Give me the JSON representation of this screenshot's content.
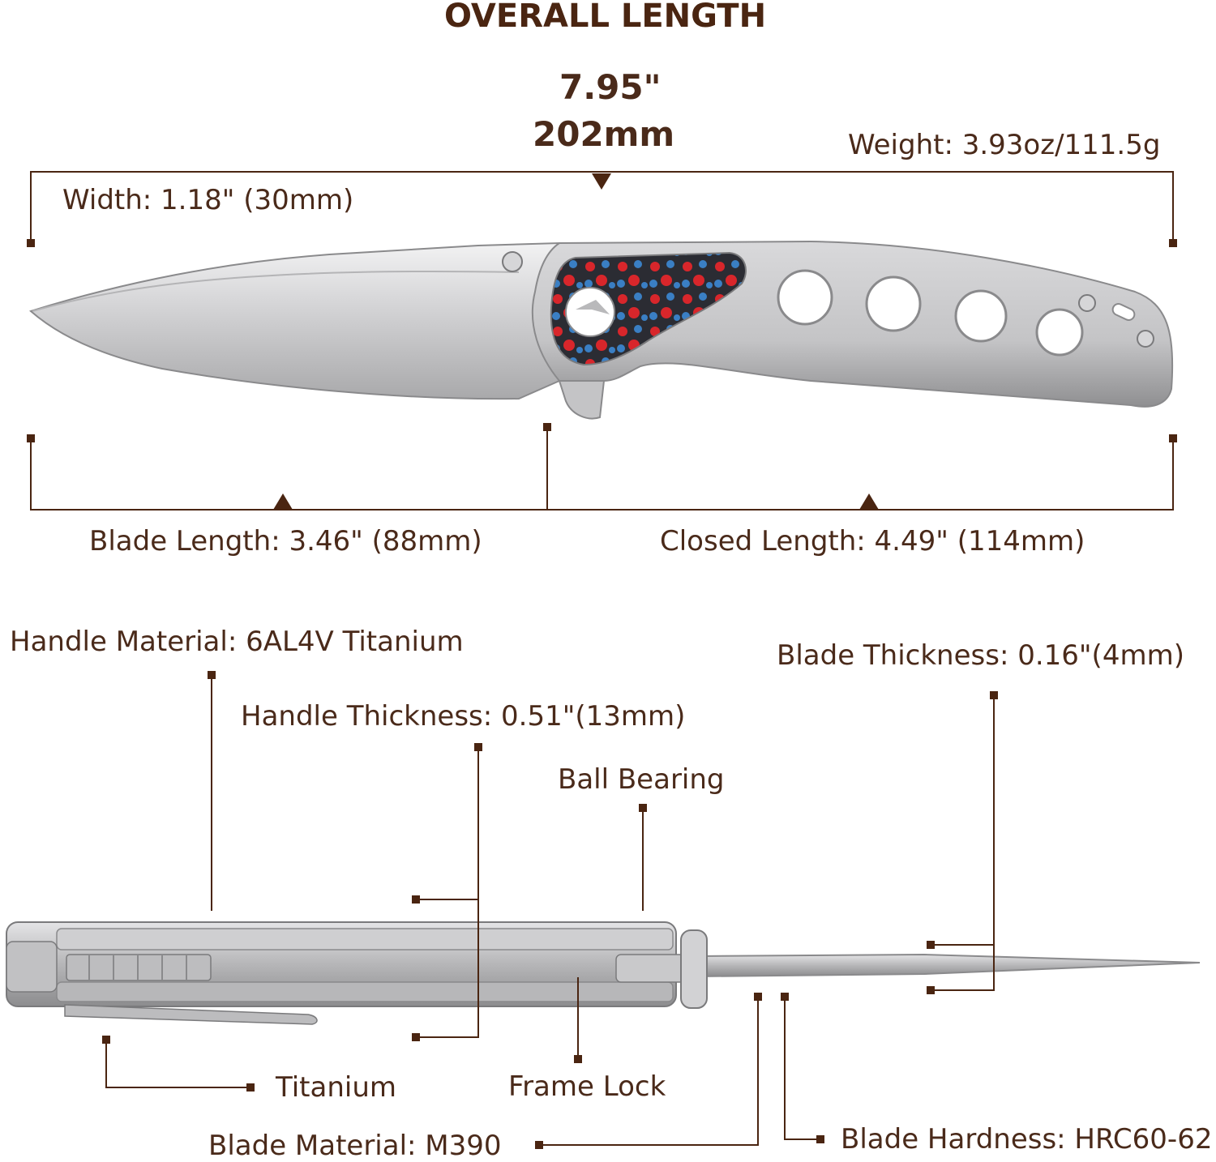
{
  "title": "OVERALL LENGTH",
  "overall_in": "7.95\"",
  "overall_mm": "202mm",
  "weight": "Weight: 3.93oz/111.5g",
  "width": "Width: 1.18\" (30mm)",
  "blade_length": "Blade Length: 3.46\" (88mm)",
  "closed_length": "Closed Length: 4.49\" (114mm)",
  "handle_material": "Handle Material: 6AL4V Titanium",
  "handle_thickness": "Handle Thickness: 0.51\"(13mm)",
  "ball_bearing": "Ball Bearing",
  "blade_thickness": "Blade Thickness: 0.16\"(4mm)",
  "clip_material": "Titanium",
  "frame_lock": "Frame Lock",
  "blade_material": "Blade Material: M390",
  "blade_hardness": "Blade Hardness: HRC60-62",
  "colors": {
    "text": "#4a2a1a",
    "line": "#4a2511",
    "metal": "#c9c9cb",
    "metal_dark": "#9a9a9c",
    "inlay_red": "#d8262b",
    "inlay_blue": "#3a7fc4",
    "inlay_dark": "#2b2c33"
  }
}
